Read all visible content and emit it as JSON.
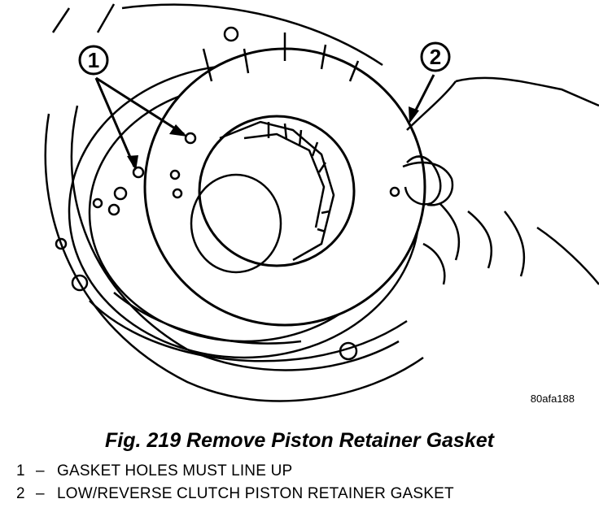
{
  "figure": {
    "callout_1": "1",
    "callout_2": "2",
    "image_code": "80afa188",
    "caption": "Fig. 219 Remove Piston Retainer Gasket"
  },
  "legend": [
    {
      "number": "1",
      "separator": "–",
      "text": "GASKET HOLES MUST LINE UP"
    },
    {
      "number": "2",
      "separator": "–",
      "text": "LOW/REVERSE CLUTCH PISTON RETAINER GASKET"
    }
  ]
}
